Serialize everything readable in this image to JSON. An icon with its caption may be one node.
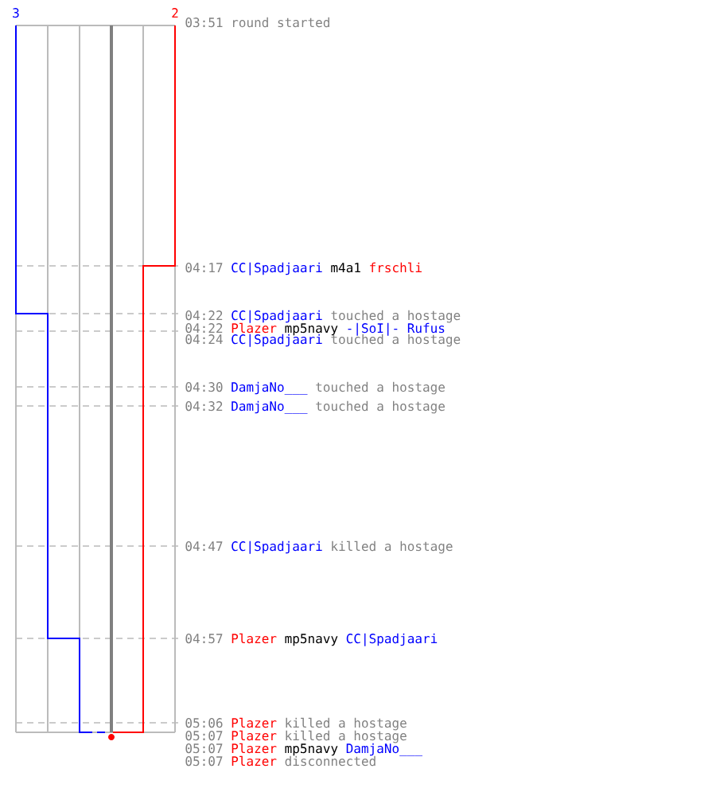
{
  "diagram": {
    "labels": [
      "3",
      "2",
      "03:51",
      "round started",
      "04:17",
      "CC|Spadjaari",
      "m4a1",
      "frschli",
      "04:22",
      "CC|Spadjaari",
      "touched a hostage",
      "04:22",
      "Plazer",
      "mp5navy",
      "-|SoI|- Rufus",
      "04:24",
      "CC|Spadjaari",
      "touched a hostage",
      "04:30",
      "DamjaNo___",
      "touched a hostage",
      "04:32",
      "DamjaNo___",
      "touched a hostage",
      "04:47",
      "CC|Spadjaari",
      "killed a hostage",
      "04:57",
      "Plazer",
      "mp5navy",
      "CC|Spadjaari",
      "05:06",
      "Plazer",
      "killed a hostage",
      "05:07",
      "Plazer",
      "killed a hostage",
      "05:07",
      "Plazer",
      "mp5navy",
      "DamjaNo___",
      "05:07",
      "Plazer",
      "disconnected"
    ]
  }
}
